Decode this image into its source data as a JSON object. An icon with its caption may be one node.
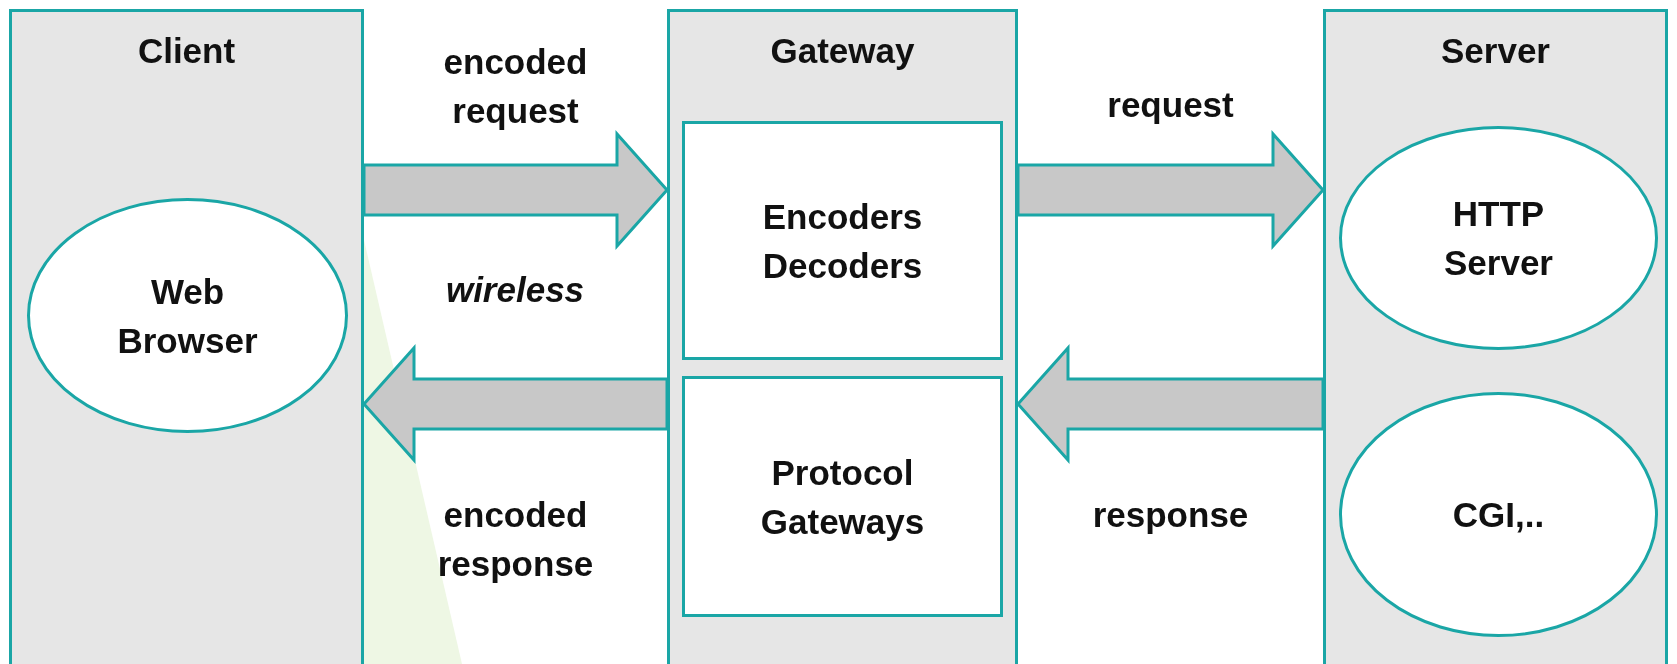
{
  "diagram": {
    "nodes": [
      {
        "text": [
          "Client"
        ]
      },
      {
        "text": [
          "Web Browser"
        ],
        "in": 0
      },
      {
        "text": [
          "Gateway"
        ]
      },
      {
        "text": [
          "Encoders Decoders"
        ],
        "in": 2
      },
      {
        "text": [
          "Protocol Gateways"
        ],
        "in": 2
      },
      {
        "text": [
          "Server"
        ]
      },
      {
        "text": [
          "HTTP Server"
        ],
        "in": 5
      },
      {
        "text": [
          "CGI,.."
        ],
        "in": 5
      }
    ],
    "edges": [
      {
        "from": 0,
        "to": 2,
        "arrow": "to",
        "label": "encoded request"
      },
      {
        "from": 2,
        "to": 5,
        "arrow": "to",
        "label": "request"
      },
      {
        "from": 5,
        "to": 2,
        "arrow": "to",
        "label": "response"
      },
      {
        "from": 2,
        "to": 0,
        "arrow": "to",
        "label": "encoded response"
      }
    ],
    "labels": [
      "wireless"
    ]
  }
}
